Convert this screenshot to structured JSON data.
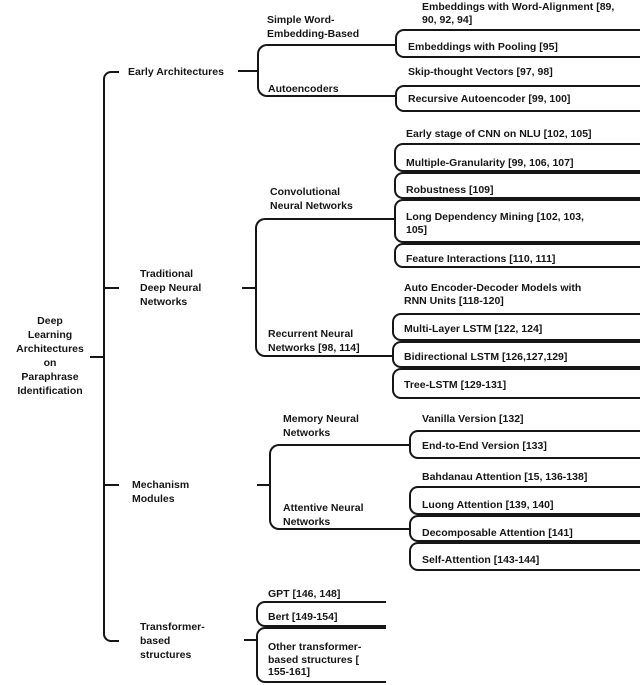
{
  "colors": {
    "ink": "#161616",
    "background": "#ffffff"
  },
  "tree": {
    "root_label": "Deep\nLearning\nArchitectures\non\nParaphrase\nIdentification",
    "branches": [
      {
        "label": "Early Architectures",
        "groups": [
          {
            "label": "Simple Word-\nEmbedding-Based",
            "leaves": [
              "Embeddings with Word-Alignment [89,\n90, 92, 94]",
              "Embeddings with Pooling [95]"
            ]
          },
          {
            "label": "Autoencoders",
            "leaves": [
              "Skip-thought Vectors [97, 98]",
              "Recursive Autoencoder [99, 100]"
            ]
          }
        ]
      },
      {
        "label": "Traditional\nDeep Neural\nNetworks",
        "groups": [
          {
            "label": "Convolutional\nNeural Networks",
            "leaves": [
              "Early stage of CNN on NLU [102, 105]",
              "Multiple-Granularity [99, 106, 107]",
              "Robustness [109]",
              "Long Dependency Mining [102, 103,\n105]",
              "Feature Interactions [110, 111]"
            ]
          },
          {
            "label": "Recurrent Neural\nNetworks [98, 114]",
            "leaves": [
              "Auto Encoder-Decoder Models with\nRNN Units [118-120]",
              "Multi-Layer LSTM [122, 124]",
              "Bidirectional LSTM [126,127,129]",
              "Tree-LSTM [129-131]"
            ]
          }
        ]
      },
      {
        "label": "Mechanism\nModules",
        "groups": [
          {
            "label": "Memory Neural\nNetworks",
            "leaves": [
              "Vanilla Version [132]",
              "End-to-End Version [133]"
            ]
          },
          {
            "label": "Attentive Neural\nNetworks",
            "leaves": [
              "Bahdanau Attention [15, 136-138]",
              "Luong Attention [139, 140]",
              "Decomposable Attention [141]",
              "Self-Attention [143-144]"
            ]
          }
        ]
      },
      {
        "label": "Transformer-\nbased\nstructures",
        "groups": [
          {
            "label": "",
            "leaves": [
              "GPT [146, 148]",
              "Bert [149-154]",
              "Other transformer-\nbased structures [\n155-161]"
            ]
          }
        ]
      }
    ]
  }
}
